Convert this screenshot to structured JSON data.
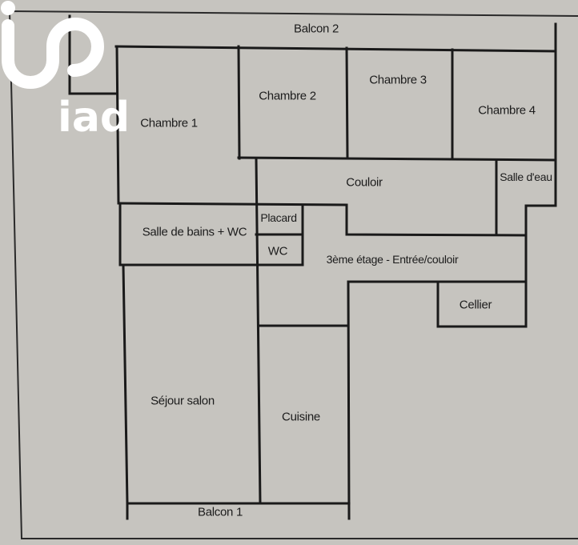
{
  "plan": {
    "rooms": {
      "balcon2": "Balcon 2",
      "chambre1": "Chambre 1",
      "chambre2": "Chambre 2",
      "chambre3": "Chambre 3",
      "chambre4": "Chambre 4",
      "couloir": "Couloir",
      "salle_eau": "Salle d'eau",
      "placard": "Placard",
      "salle_bains": "Salle de bains + WC",
      "wc": "WC",
      "entree": "3ème étage - Entrée/couloir",
      "cellier": "Cellier",
      "sejour": "Séjour salon",
      "cuisine": "Cuisine",
      "balcon1": "Balcon 1"
    },
    "watermark": "iad",
    "colors": {
      "paper": "#c6c4bf",
      "walls": "#1a1a1a",
      "watermark": "#ffffff"
    }
  }
}
